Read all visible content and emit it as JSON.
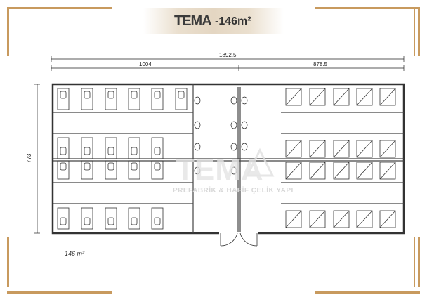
{
  "brand": {
    "logo": "TEMA",
    "subtitle": "PREFABRİK & HAFİF ÇELİK YAPI"
  },
  "title": {
    "area": "-146m²"
  },
  "dimensions": {
    "total_width": "1892.5",
    "left_section": "1004",
    "right_section": "878.5",
    "height": "773"
  },
  "area_label": "146 m²",
  "colors": {
    "accent": "#c89a5e",
    "wall": "#333333"
  }
}
